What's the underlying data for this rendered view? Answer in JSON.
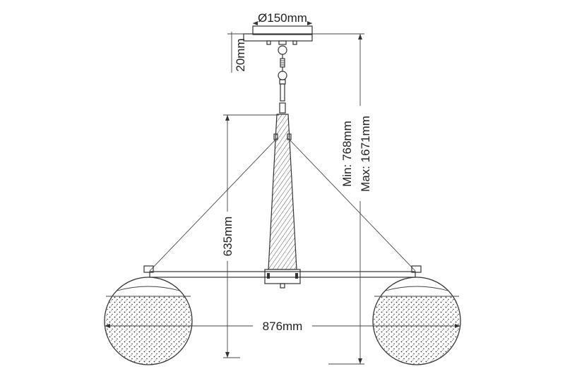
{
  "dimensions": {
    "canopy_diameter": "Ø150mm",
    "canopy_height": "20mm",
    "min_height": "Min: 768mm",
    "max_height": "Max: 1671mm",
    "body_height": "635mm",
    "width": "876mm"
  },
  "colors": {
    "line": "#333333",
    "background": "#ffffff"
  }
}
